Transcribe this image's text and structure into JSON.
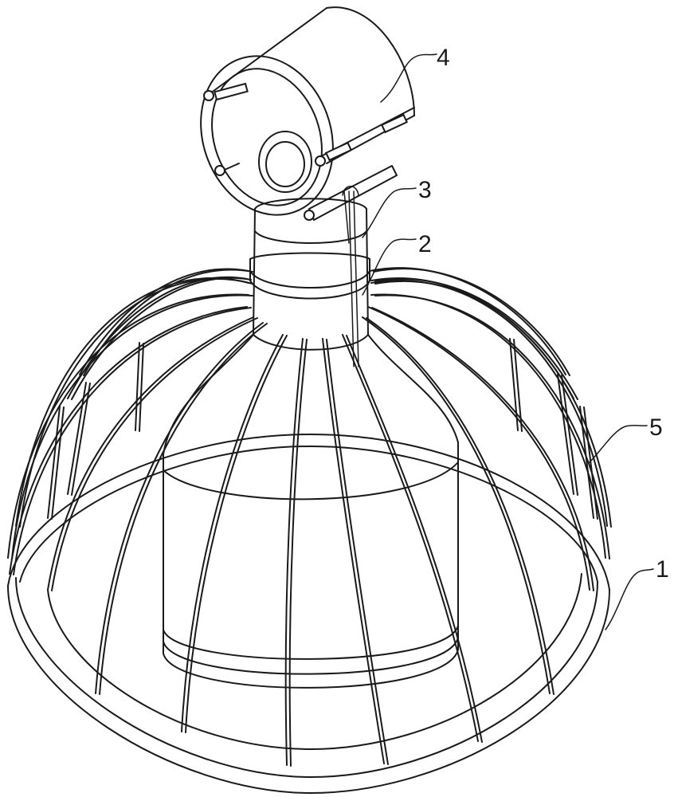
{
  "figure": {
    "callouts": [
      {
        "id": "callout-1",
        "label": "1"
      },
      {
        "id": "callout-2",
        "label": "2"
      },
      {
        "id": "callout-3",
        "label": "3"
      },
      {
        "id": "callout-4",
        "label": "4"
      },
      {
        "id": "callout-5",
        "label": "5"
      }
    ]
  },
  "colors": {
    "line": "#1a1a1a",
    "background": "#ffffff"
  }
}
